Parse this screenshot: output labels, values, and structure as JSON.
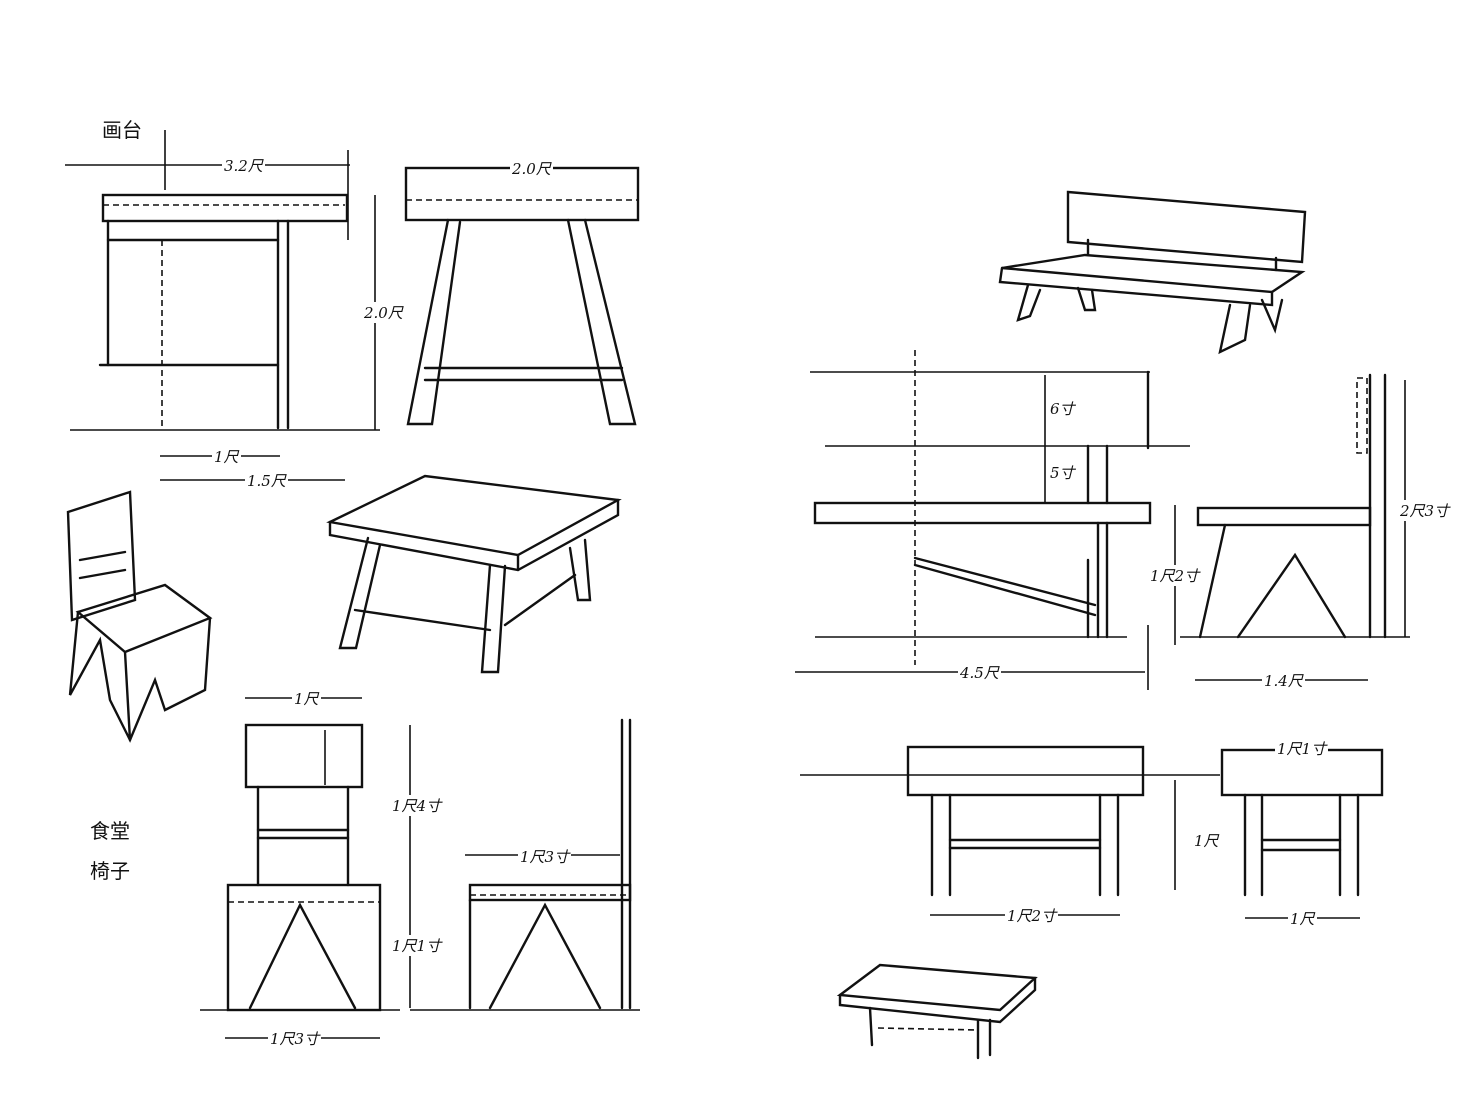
{
  "titles": {
    "drawing_table": "画台",
    "chair": "食堂",
    "chair_2": "椅子"
  },
  "dimensions": {
    "table_width": "3.2尺",
    "table_depth": "2.0尺",
    "table_height": "2.0尺",
    "table_inner": "1尺",
    "table_leg_span": "1.5尺",
    "chair_back_width": "1尺",
    "chair_back_height": "1尺4寸",
    "chair_side_depth": "1尺3寸",
    "chair_seat_height": "1尺1寸",
    "chair_base_width": "1尺3寸",
    "bench_back_top": "6寸",
    "bench_back_gap": "5寸",
    "bench_seat_height": "1尺2寸",
    "bench_length": "4.5尺",
    "bench_depth": "1.4尺",
    "bench_total_height": "2尺3寸",
    "stool_height": "1尺",
    "stool_length": "1尺2寸",
    "stool_top_depth": "1尺1寸",
    "stool_depth": "1尺"
  }
}
